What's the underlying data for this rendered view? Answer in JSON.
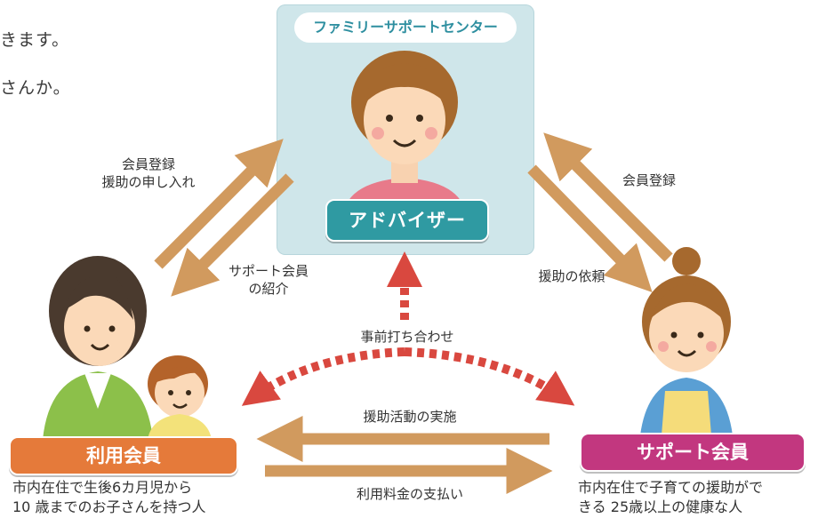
{
  "intro": {
    "line1": "きます。",
    "line2": "さんか。"
  },
  "center": {
    "title": "ファミリーサポートセンター",
    "role": "アドバイザー"
  },
  "user_member": {
    "label": "利用会員",
    "desc_line1": "市内在住で生後6カ月児から",
    "desc_line2": "10 歳までのお子さんを持つ人"
  },
  "support_member": {
    "label": "サポート会員",
    "desc_line1": "市内在住で子育ての援助がで",
    "desc_line2": "きる 25歳以上の健康な人"
  },
  "flows": {
    "user_to_center_1": "会員登録",
    "user_to_center_2": "援助の申し入れ",
    "center_to_user_1": "サポート会員",
    "center_to_user_2": "の紹介",
    "support_to_center": "会員登録",
    "center_to_support": "援助の依頼",
    "pre_meeting": "事前打ち合わせ",
    "support_activity": "援助活動の実施",
    "payment": "利用料金の支払い"
  },
  "colors": {
    "arrow": "#d19a5e",
    "dashed_arrow": "#d9483f",
    "center_bg": "#cfe6ea",
    "adviser": "#2f9aa2",
    "user": "#e57a3a",
    "support": "#c2377f"
  }
}
